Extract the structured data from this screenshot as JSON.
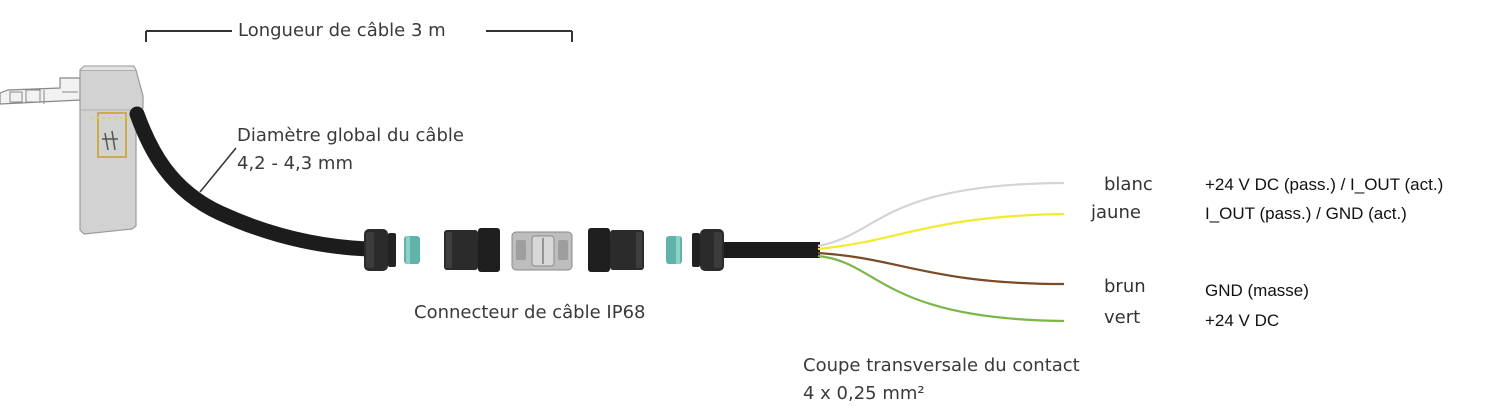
{
  "labels": {
    "cable_length": "Longueur de câble 3 m",
    "diameter_title": "Diamètre global du câble",
    "diameter_value": "4,2 - 4,3 mm",
    "connector": "Connecteur de câble IP68",
    "cross_section_title": "Coupe transversale du contact",
    "cross_section_value": "4 x 0,25 mm²"
  },
  "wires": [
    {
      "color_name": "blanc",
      "signal": "+24 V DC (pass.) / I_OUT (act.)",
      "color": "#d4d4d4"
    },
    {
      "color_name": "jaune",
      "signal": "I_OUT (pass.) / GND (act.)",
      "color": "#f2ea2e"
    },
    {
      "color_name": "brun",
      "signal": "GND (masse)",
      "color": "#7b4a26"
    },
    {
      "color_name": "vert",
      "signal": "+24 V DC",
      "color": "#7ab648"
    }
  ],
  "colors": {
    "cable": "#1c1c1c",
    "housing": "#d2d2d2",
    "seal": "#5fb3a9",
    "text": "#3a3a3a"
  }
}
